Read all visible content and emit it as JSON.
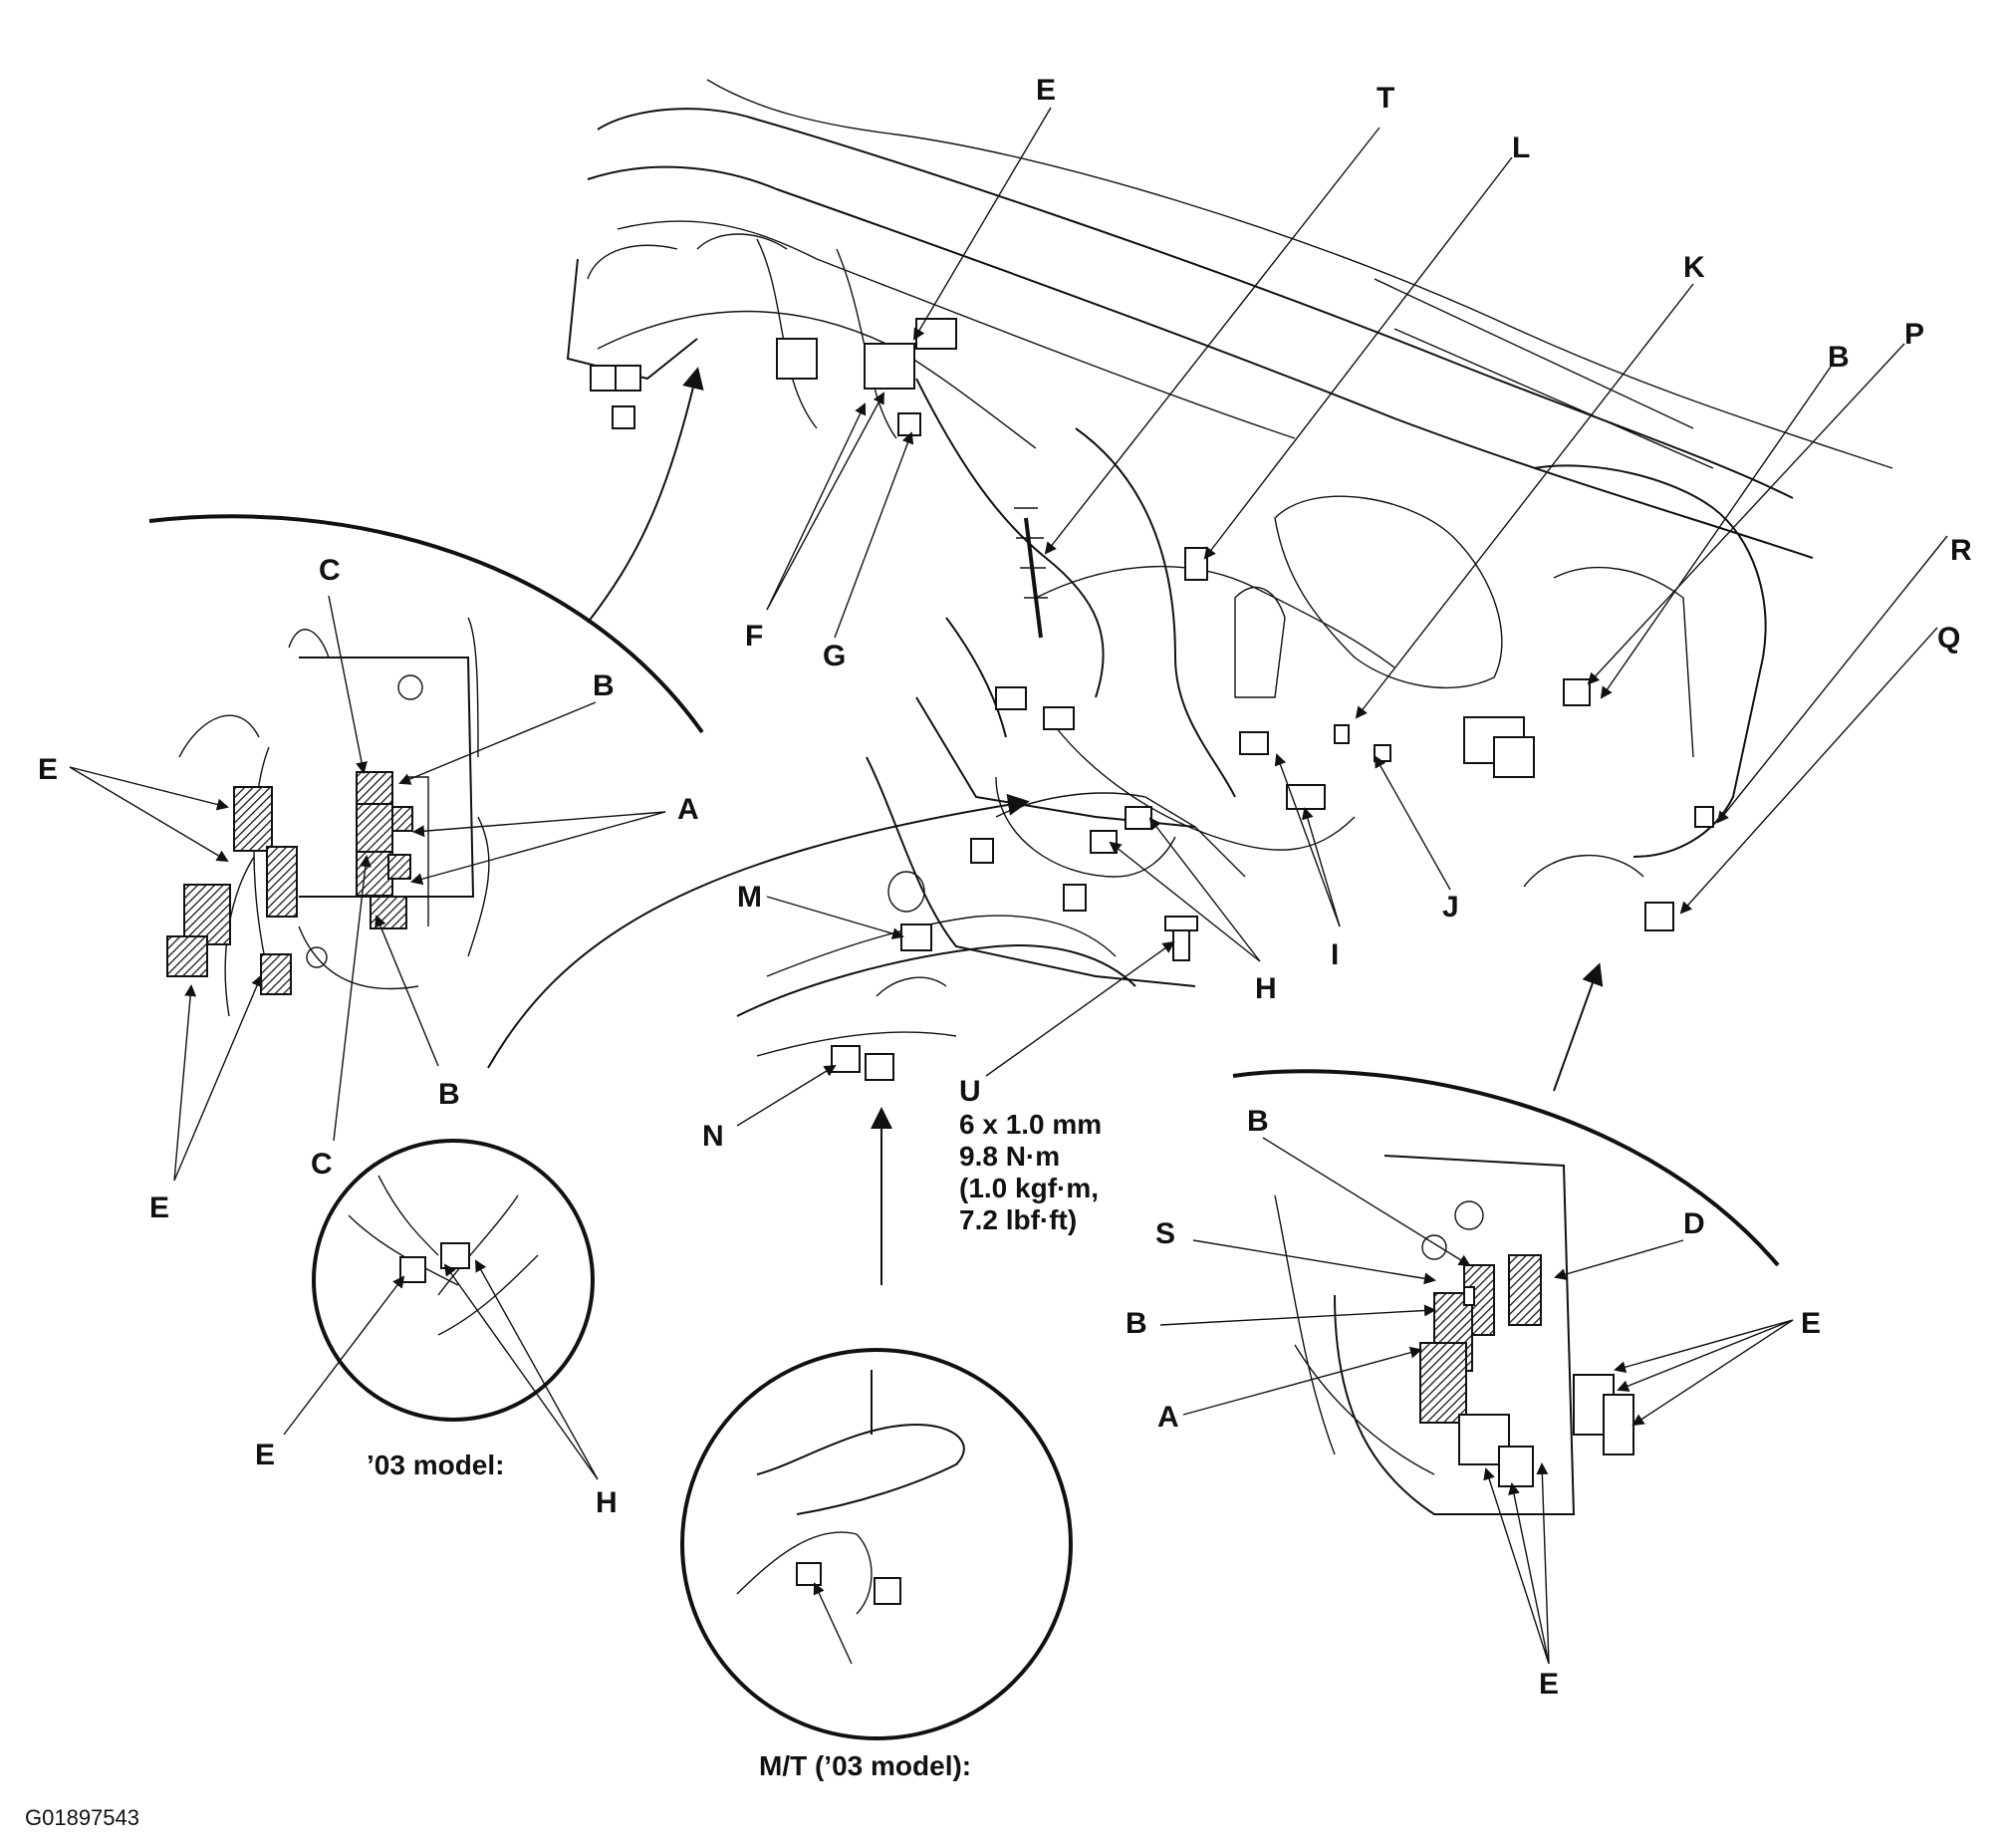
{
  "labels": {
    "E_top": "E",
    "T": "T",
    "L": "L",
    "K": "K",
    "B_right": "B",
    "P": "P",
    "R": "R",
    "Q": "Q",
    "F": "F",
    "G": "G",
    "J": "J",
    "I": "I",
    "H_mid": "H",
    "M": "M",
    "N": "N",
    "U": "U",
    "C_top": "C",
    "B_left_top": "B",
    "E_left": "E",
    "A_left": "A",
    "B_left_bot": "B",
    "C_bot": "C",
    "E_left_bot": "E",
    "E_circle": "E",
    "H_circle": "H",
    "B_lower_right": "B",
    "S": "S",
    "D": "D",
    "B_lower_right2": "B",
    "A_lower_right": "A",
    "E_lower_right": "E",
    "E_lower_bottom": "E"
  },
  "spec": {
    "line1": "6 x 1.0 mm",
    "line2": "9.8 N·m",
    "line3": "(1.0 kgf·m,",
    "line4": "7.2 lbf·ft)"
  },
  "captions": {
    "model03": "’03 model:",
    "mt03": "M/T (’03 model):"
  },
  "figure_id": "G01897543"
}
